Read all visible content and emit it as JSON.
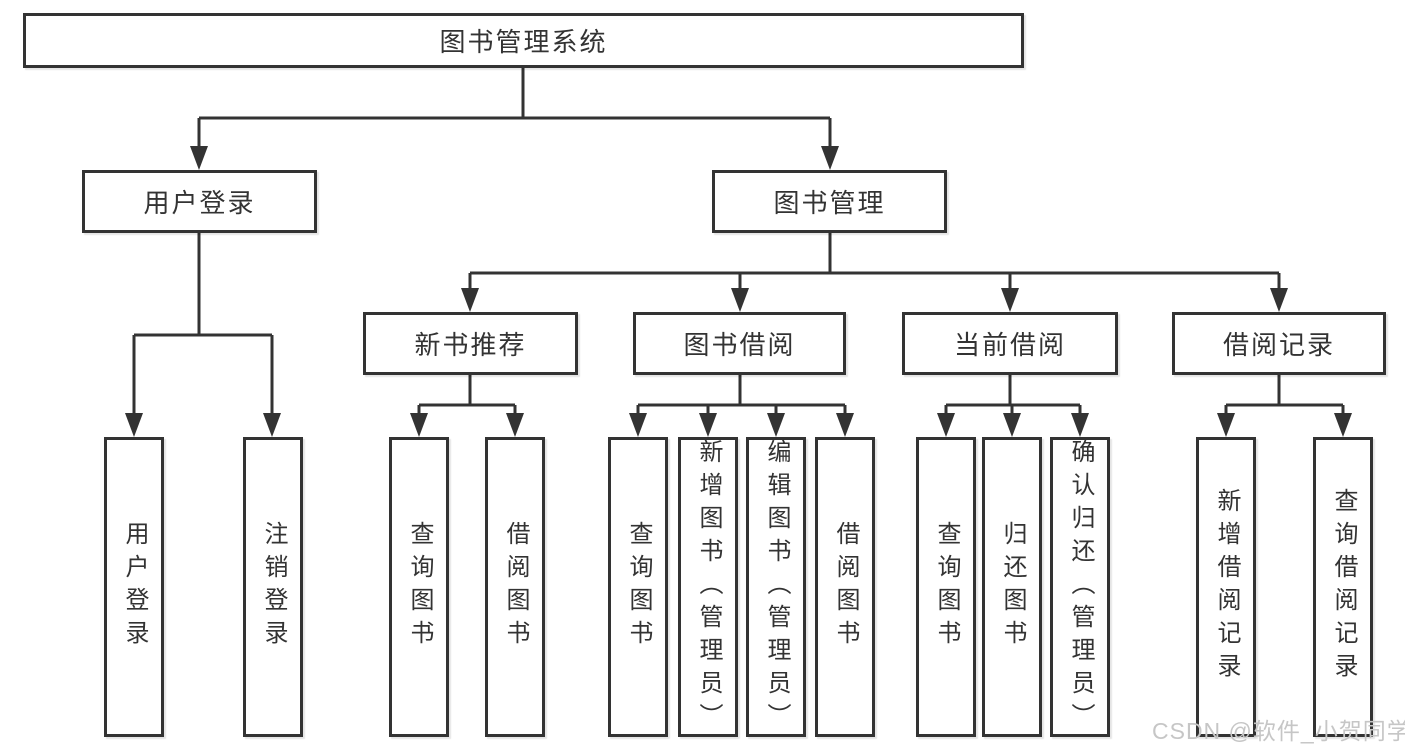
{
  "palette": {
    "line_color": "#333333",
    "text_color": "#333333",
    "box_background": "#ffffff",
    "watermark_color": "#c6c6c6"
  },
  "watermark": "CSDN @软件_小贺同学",
  "tree": {
    "root": "图书管理系统",
    "branches": [
      {
        "label": "用户登录",
        "leaves": [
          "用户登录",
          "注销登录"
        ]
      },
      {
        "label": "图书管理",
        "groups": [
          {
            "label": "新书推荐",
            "leaves": [
              "查询图书",
              "借阅图书"
            ]
          },
          {
            "label": "图书借阅",
            "leaves": [
              "查询图书",
              "新增图书（管理员）",
              "编辑图书（管理员）",
              "借阅图书"
            ]
          },
          {
            "label": "当前借阅",
            "leaves": [
              "查询图书",
              "归还图书",
              "确认归还（管理员）"
            ]
          },
          {
            "label": "借阅记录",
            "leaves": [
              "新增借阅记录",
              "查询借阅记录"
            ]
          }
        ]
      }
    ]
  }
}
